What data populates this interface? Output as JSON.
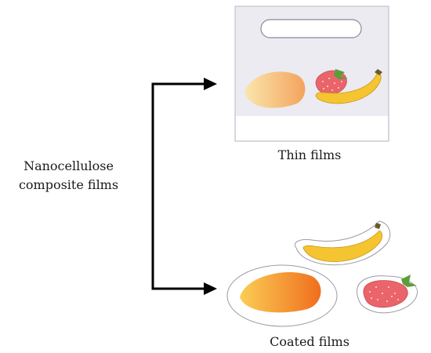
{
  "source": {
    "line1": "Nanocellulose",
    "line2": "composite films"
  },
  "outputs": {
    "thin": {
      "label": "Thin films",
      "icon": "bag-with-fruits-icon"
    },
    "coated": {
      "label": "Coated films",
      "icon": "coated-fruits-icon"
    }
  },
  "colors": {
    "arrow": "#000000",
    "bag_fill": "#ececf2",
    "mango_light": "#fbe3a4",
    "mango_dark": "#f07a22",
    "banana": "#f5c431",
    "strawberry": "#e9646b",
    "leaf": "#5a9e3a"
  }
}
